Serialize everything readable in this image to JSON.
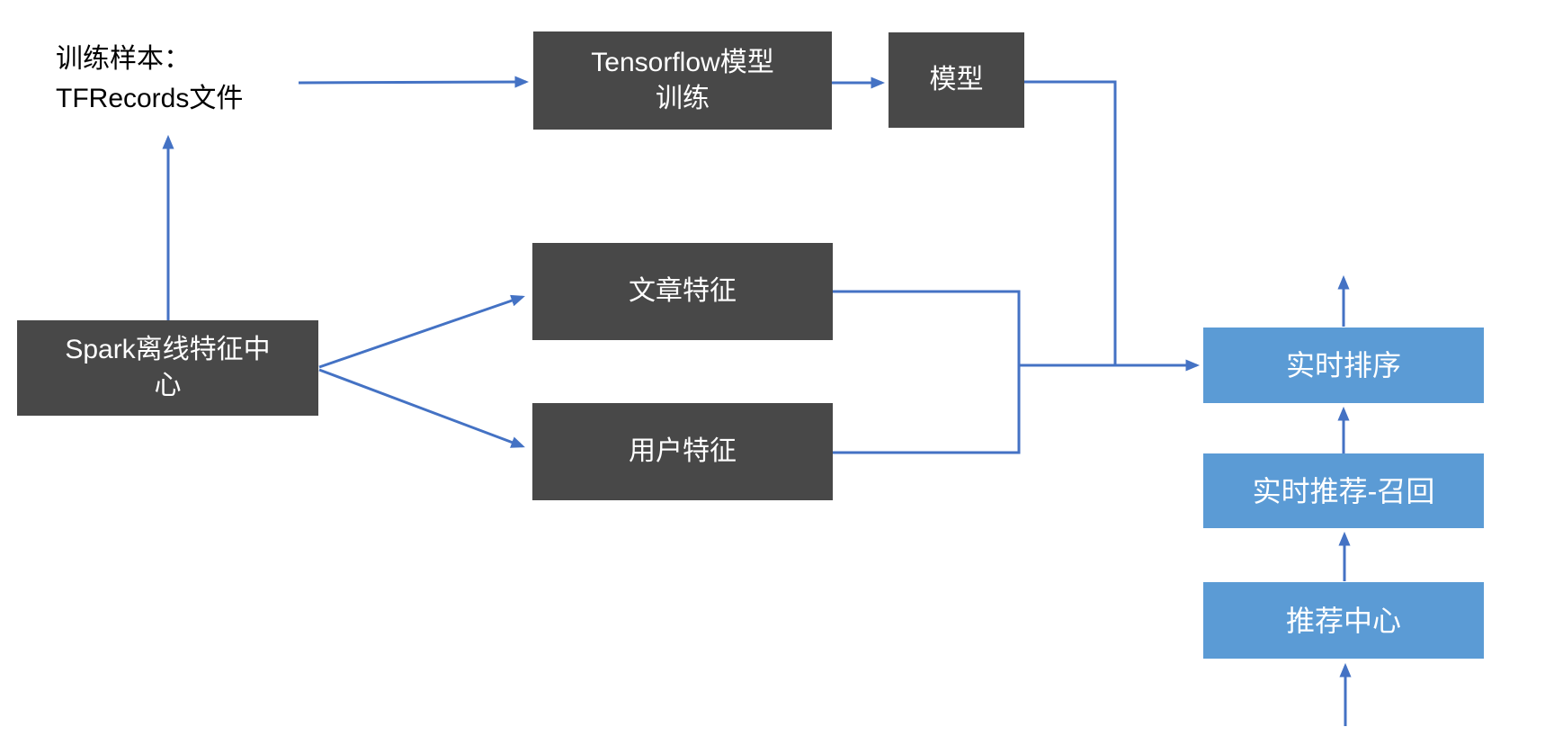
{
  "colors": {
    "dark_box": "#484848",
    "blue_box": "#5B9BD5",
    "arrow": "#4472C4",
    "box_text": "#FFFFFF",
    "label_text": "#000000"
  },
  "labels": {
    "training_samples": {
      "line1": "训练样本：",
      "line2": "TFRecords文件",
      "full": "训练样本：TFRecords文件"
    }
  },
  "nodes": {
    "tensorflow_training": {
      "line1": "Tensorflow模型",
      "line2": "训练",
      "full": "Tensorflow模型训练"
    },
    "model": {
      "text": "模型"
    },
    "spark_offline": {
      "line1": "Spark离线特征中",
      "line2": "心",
      "full": "Spark离线特征中心"
    },
    "article_features": {
      "text": "文章特征"
    },
    "user_features": {
      "text": "用户特征"
    },
    "realtime_ranking": {
      "text": "实时排序"
    },
    "realtime_recall": {
      "text": "实时推荐-召回"
    },
    "recommend_center": {
      "text": "推荐中心"
    }
  },
  "edges": [
    {
      "from": "spark-offline-feature-center",
      "to": "training-samples-label",
      "arrow": true
    },
    {
      "from": "training-samples-label",
      "to": "tensorflow-training",
      "arrow": true
    },
    {
      "from": "tensorflow-training",
      "to": "model",
      "arrow": true
    },
    {
      "from": "model",
      "to": "features-to-ranking-junction",
      "arrow": false
    },
    {
      "from": "spark-offline-feature-center",
      "to": "article-features",
      "arrow": true
    },
    {
      "from": "spark-offline-feature-center",
      "to": "user-features",
      "arrow": true
    },
    {
      "from": "article-features",
      "to": "features-junction",
      "arrow": false
    },
    {
      "from": "user-features",
      "to": "features-junction",
      "arrow": false
    },
    {
      "from": "features-junction",
      "to": "realtime-ranking",
      "arrow": true
    },
    {
      "from": "realtime-ranking",
      "to": "output-up",
      "arrow": true
    },
    {
      "from": "realtime-recall",
      "to": "realtime-ranking",
      "arrow": true
    },
    {
      "from": "recommend-center",
      "to": "realtime-recall",
      "arrow": true
    },
    {
      "from": "bottom-input",
      "to": "recommend-center",
      "arrow": true
    }
  ]
}
